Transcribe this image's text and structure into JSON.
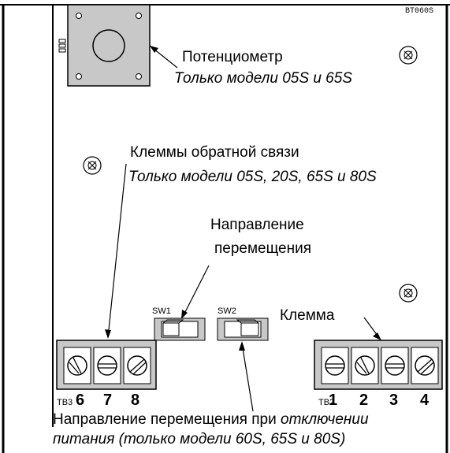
{
  "figure_code": "BT060S",
  "potentiometer": {
    "title": "Потенциометр",
    "note": "Только модели 05S и 65S"
  },
  "feedback_terminals": {
    "title": "Клеммы обратной связи",
    "note": "Только модели 05S, 20S, 65S и  80S"
  },
  "direction": {
    "line1": "Направление",
    "line2": "перемещения"
  },
  "terminal": {
    "title": "Клемма"
  },
  "switches": {
    "sw1": "SW1",
    "sw2": "SW2"
  },
  "tb3": {
    "label": "TB3",
    "numbers": [
      "6",
      "7",
      "8"
    ]
  },
  "tb2": {
    "label": "TB2",
    "numbers": [
      "1",
      "2",
      "3",
      "4"
    ]
  },
  "bottom_caption": {
    "line1_regular": "Направление перемещения при ",
    "line1_italic": "отключении",
    "line2": "питания (только модели 60S, 65S и 80S)"
  }
}
